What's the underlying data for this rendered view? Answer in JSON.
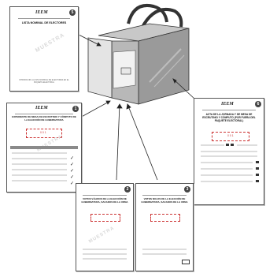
{
  "docs": {
    "d5": {
      "badge": "5",
      "logo": "IEEM",
      "title": "LISTA NOMINAL DE ELECTORES",
      "footer": "INTRODUCIR LA LISTA NOMINAL DE ELECTORES EN EL PAQUETE ELECTORAL",
      "watermark": "MUESTRA"
    },
    "d1": {
      "badge": "1",
      "logo": "IEEM",
      "title": "EXPEDIENTE DE MESA DE ESCRUTINIO Y CÓMPUTO DE LA ELECCIÓN DE GUBERNATURA",
      "folio": "001",
      "watermark": "MUESTRA"
    },
    "d6": {
      "badge": "6",
      "logo": "IEEM",
      "title": "ACTA DE LA JORNADA Y DE MESA DE ESCRUTINIO Y CÓMPUTO (POR FUERA DEL PAQUETE ELECTORAL)",
      "folio": "001"
    },
    "d2": {
      "badge": "2",
      "title": "VOTOS VÁLIDOS DE LA ELECCIÓN DE GUBERNATURA, SACADOS DE LA URNA",
      "watermark": "MUESTRA"
    },
    "d3": {
      "badge": "3",
      "title": "VOTOS NULOS DE LA ELECCIÓN DE GUBERNATURA, SACADOS DE LA URNA"
    }
  }
}
